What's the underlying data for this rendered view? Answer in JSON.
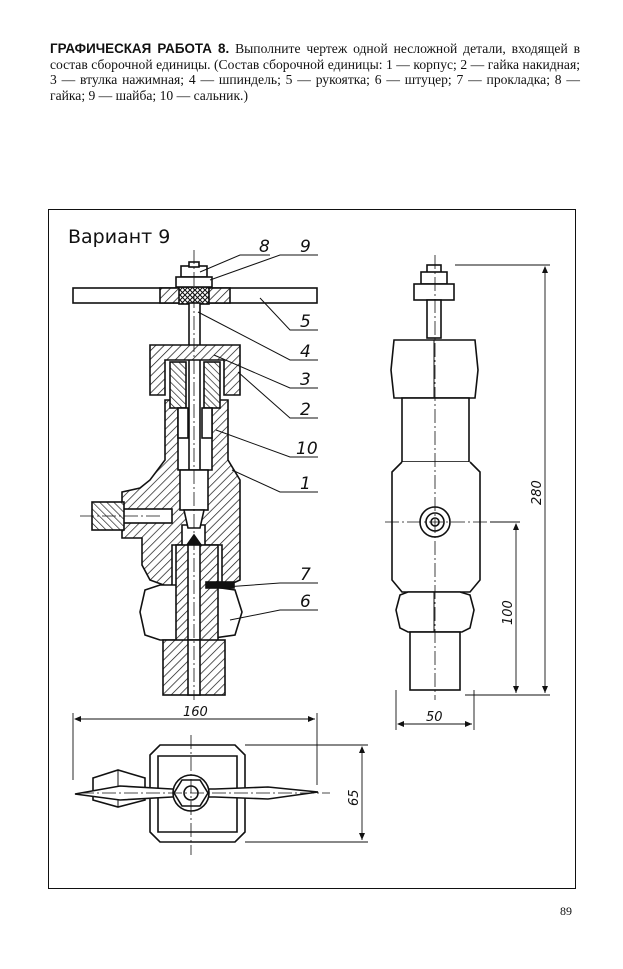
{
  "assignment": {
    "heading": "ГРАФИЧЕСКАЯ РАБОТА 8.",
    "text": "Выполните чертеж одной несложной детали, входящей в состав сборочной единицы. (Состав сборочной единицы: 1 — корпус; 2 — гайка накидная; 3 — втулка нажимная; 4 — шпиндель; 5 — рукоятка; 6 — штуцер; 7 — прокладка; 8 — гайка; 9 — шайба; 10 — сальник.)"
  },
  "drawing": {
    "variant_title": "Вариант 9",
    "callouts": [
      "8",
      "9",
      "5",
      "4",
      "3",
      "2",
      "10",
      "1",
      "7",
      "6"
    ],
    "dimensions": {
      "height": "280",
      "height_to_axis": "100",
      "width_side": "50",
      "width_top": "160",
      "depth_top": "65"
    }
  },
  "page_number": "89"
}
